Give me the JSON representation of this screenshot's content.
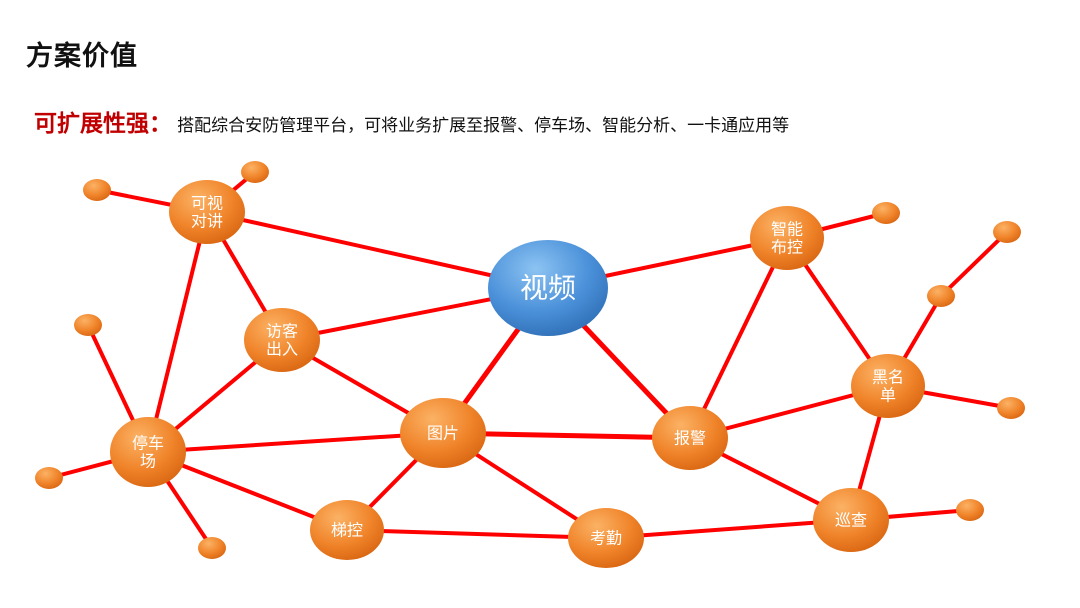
{
  "slide": {
    "title": "方案价值",
    "subtitle_key": "可扩展性强：",
    "subtitle_text": "搭配综合安防管理平台，可将业务扩展至报警、停车场、智能分析、一卡通应用等"
  },
  "colors": {
    "edge": "#ff0000",
    "node_orange": "#f08a2a",
    "center_blue": "#4a90d9",
    "accent_red": "#c00000"
  },
  "diagram": {
    "nodes": [
      {
        "id": "video",
        "lines": [
          "视频"
        ],
        "type": "center"
      },
      {
        "id": "intercom",
        "lines": [
          "可视",
          "对讲"
        ]
      },
      {
        "id": "visitor",
        "lines": [
          "访客",
          "出入"
        ]
      },
      {
        "id": "parking",
        "lines": [
          "停车",
          "场"
        ]
      },
      {
        "id": "picture",
        "lines": [
          "图片"
        ]
      },
      {
        "id": "alarm",
        "lines": [
          "报警"
        ]
      },
      {
        "id": "smart",
        "lines": [
          "智能",
          "布控"
        ]
      },
      {
        "id": "blacklist",
        "lines": [
          "黑名",
          "单"
        ]
      },
      {
        "id": "elevator",
        "lines": [
          "梯控"
        ]
      },
      {
        "id": "attendance",
        "lines": [
          "考勤"
        ]
      },
      {
        "id": "patrol",
        "lines": [
          "巡查"
        ]
      }
    ],
    "satellites": [
      "s1",
      "s2",
      "s3",
      "s4",
      "s5",
      "s6",
      "s7",
      "s8",
      "s9",
      "s10",
      "s11"
    ],
    "edges": [
      [
        "intercom",
        "video"
      ],
      [
        "visitor",
        "video"
      ],
      [
        "video",
        "smart"
      ],
      [
        "video",
        "picture"
      ],
      [
        "video",
        "alarm"
      ],
      [
        "intercom",
        "visitor"
      ],
      [
        "intercom",
        "parking"
      ],
      [
        "visitor",
        "parking"
      ],
      [
        "visitor",
        "picture"
      ],
      [
        "parking",
        "picture"
      ],
      [
        "parking",
        "elevator"
      ],
      [
        "picture",
        "alarm"
      ],
      [
        "picture",
        "elevator"
      ],
      [
        "picture",
        "attendance"
      ],
      [
        "elevator",
        "attendance"
      ],
      [
        "attendance",
        "patrol"
      ],
      [
        "alarm",
        "patrol"
      ],
      [
        "alarm",
        "smart"
      ],
      [
        "alarm",
        "blacklist"
      ],
      [
        "smart",
        "blacklist"
      ],
      [
        "blacklist",
        "patrol"
      ],
      [
        "intercom",
        "s1"
      ],
      [
        "intercom",
        "s2"
      ],
      [
        "parking",
        "s3"
      ],
      [
        "parking",
        "s4"
      ],
      [
        "parking",
        "s5"
      ],
      [
        "smart",
        "s6"
      ],
      [
        "blacklist",
        "s7"
      ],
      [
        "s7",
        "s8"
      ],
      [
        "blacklist",
        "s9"
      ],
      [
        "patrol",
        "s10"
      ]
    ]
  }
}
